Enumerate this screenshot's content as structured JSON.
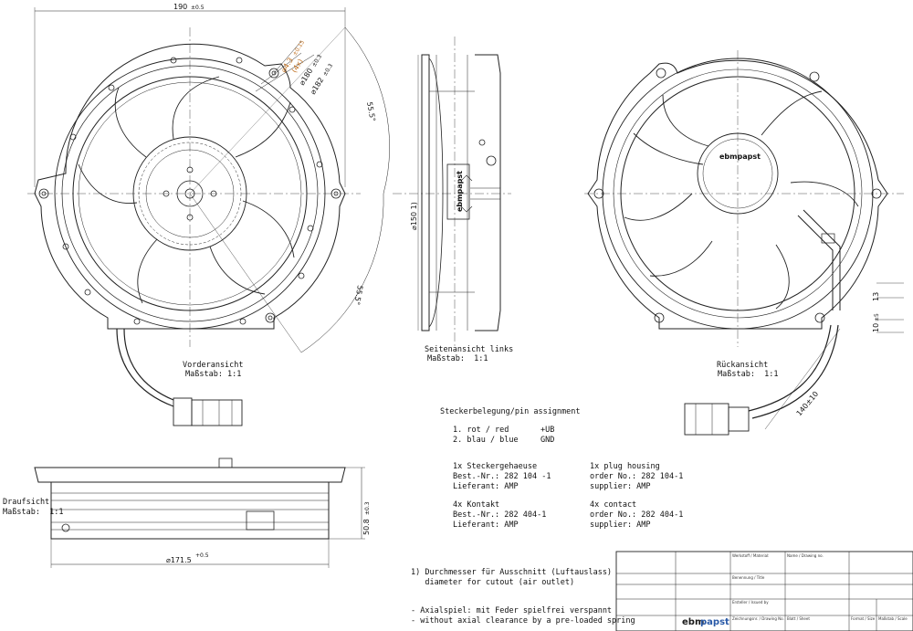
{
  "views": {
    "front": {
      "title": "Vorderansicht",
      "scale": "Maßstab: 1:1"
    },
    "side": {
      "title": "Seitenansicht links",
      "scale": "Maßstab:  1:1"
    },
    "rear": {
      "title": "Rückansicht",
      "scale": "Maßstab:  1:1"
    },
    "top": {
      "title": "Draufsicht",
      "scale": "Maßstab:  1:1"
    }
  },
  "dimensions": {
    "width_190": "190",
    "width_190_tol": "±0.5",
    "hole_dia": "⌀4.3",
    "hole_dia_tol": "±0.15",
    "hole_count": "(4x)",
    "dia_180": "⌀180",
    "dia_180_tol": "±0.3",
    "dia_182": "⌀182",
    "dia_182_tol": "±0.3",
    "angle_upper": "55.5°",
    "angle_lower": "55.5°",
    "dia_150": "⌀150  1)",
    "dia_171": "⌀171.5",
    "dia_171_tol": "+0.5",
    "height_50": "50.8",
    "height_50_tol": "±0.3",
    "dim_13": "13",
    "dim_10": "10",
    "dim_10_tol": "±5",
    "cable_len": "140±10"
  },
  "brand": {
    "rear_label": "ebmpapst",
    "side_label": "ebmpapst",
    "logo_ebm": "ebm",
    "logo_papst": "papst"
  },
  "pin_assignment": {
    "heading": "Steckerbelegung/pin assignment",
    "pins": [
      {
        "label": "1. rot / red",
        "signal": "+UB"
      },
      {
        "label": "2. blau / blue",
        "signal": "GND"
      }
    ]
  },
  "parts": {
    "housing_de": {
      "qty": "1x Steckergehaeuse",
      "order": "Best.-Nr.: 282 104 -1",
      "supplier": "Lieferant: AMP"
    },
    "housing_en": {
      "qty": "1x plug housing",
      "order": "order No.: 282 104-1",
      "supplier": "supplier: AMP"
    },
    "contact_de": {
      "qty": "4x Kontakt",
      "order": "Best.-Nr.: 282 404-1",
      "supplier": "Lieferant: AMP"
    },
    "contact_en": {
      "qty": "4x contact",
      "order": "order No.: 282 404-1",
      "supplier": "supplier: AMP"
    }
  },
  "notes": {
    "note1_de": "1) Durchmesser für Ausschnitt (Luftauslass)",
    "note1_en": "   diameter for cutout (air outlet)",
    "note2_de": "- Axialspiel: mit Feder spielfrei verspannt",
    "note2_en": "- without axial clearance by a pre-loaded spring"
  },
  "title_block": {
    "cells": [
      "Werkstoff / Material:",
      "Name / Drawing no.",
      "Benennung / Title",
      "Ersteller / Issued by",
      "Zeichnungsnr. / Drawing No.",
      "Blatt / Sheet",
      "Format / Size",
      "Maßstab / Scale"
    ]
  },
  "colors": {
    "line": "#222222",
    "accent": "#c07020",
    "brand": "#2a5aa8",
    "brand_dark": "#1a1a1a"
  }
}
